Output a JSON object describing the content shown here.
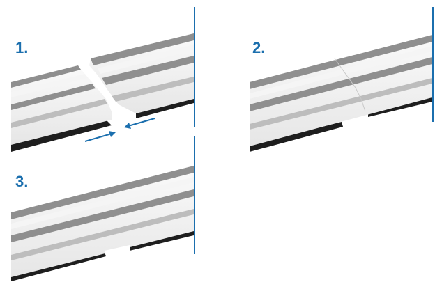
{
  "steps": [
    {
      "label": "1."
    },
    {
      "label": "2."
    },
    {
      "label": "3."
    }
  ],
  "colors": {
    "accent": "#1b6fae",
    "panel_light": "#f2f2f2",
    "panel_mid": "#dcdcdc",
    "groove": "#8f8f8f",
    "base": "#1e1e1e"
  },
  "icons": {
    "arrow_right": "arrow-right-icon",
    "arrow_left": "arrow-left-icon"
  }
}
